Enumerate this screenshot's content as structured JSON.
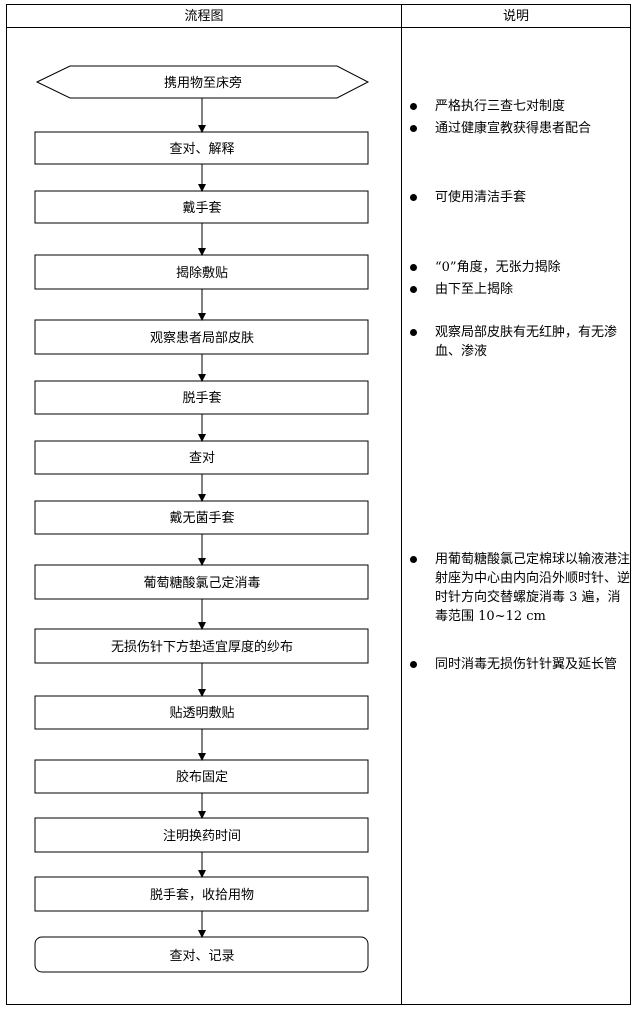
{
  "table": {
    "col_left_header": "流程图",
    "col_right_header": "说明"
  },
  "steps": [
    {
      "label": "携用物至床旁",
      "shape": "hexagon"
    },
    {
      "label": "查对、解释",
      "shape": "rect"
    },
    {
      "label": "戴手套",
      "shape": "rect"
    },
    {
      "label": "揭除敷贴",
      "shape": "rect"
    },
    {
      "label": "观察患者局部皮肤",
      "shape": "rect"
    },
    {
      "label": "脱手套",
      "shape": "rect"
    },
    {
      "label": "查对",
      "shape": "rect"
    },
    {
      "label": "戴无菌手套",
      "shape": "rect"
    },
    {
      "label": "葡萄糖酸氯己定消毒",
      "shape": "rect"
    },
    {
      "label": "无损伤针下方垫适宜厚度的纱布",
      "shape": "rect"
    },
    {
      "label": "贴透明敷贴",
      "shape": "rect"
    },
    {
      "label": "胶布固定",
      "shape": "rect"
    },
    {
      "label": "注明换药时间",
      "shape": "rect"
    },
    {
      "label": "脱手套，收拾用物",
      "shape": "rect"
    },
    {
      "label": "查对、记录",
      "shape": "rounded"
    }
  ],
  "notes": [
    "严格执行三查七对制度",
    "通过健康宣教获得患者配合",
    "可使用清洁手套",
    "“0”角度，无张力揭除",
    "由下至上揭除",
    "观察局部皮肤有无红肿，有无渗血、渗液",
    "用葡萄糖酸氯己定棉球以输液港注射座为中心由内向沿外顺时针、逆时针方向交替螺旋消毒 3 遍，消毒范围 10~12 cm",
    "同时消毒无损伤针针翼及延长管"
  ]
}
